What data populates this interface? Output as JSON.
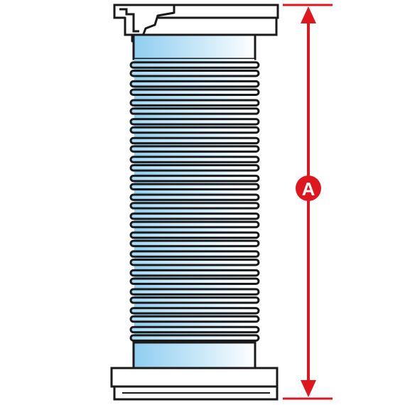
{
  "diagram": {
    "subject": "bellows",
    "dimension_label": "A",
    "colors": {
      "outline": "#1a1a1a",
      "fill_light": "#ffffff",
      "fill_blue": "#9fd4f2",
      "dimension": "#e0161e"
    },
    "icons": {
      "convolution": "bellows-convolution-ring",
      "arrow": "dimension-arrow-head"
    }
  }
}
